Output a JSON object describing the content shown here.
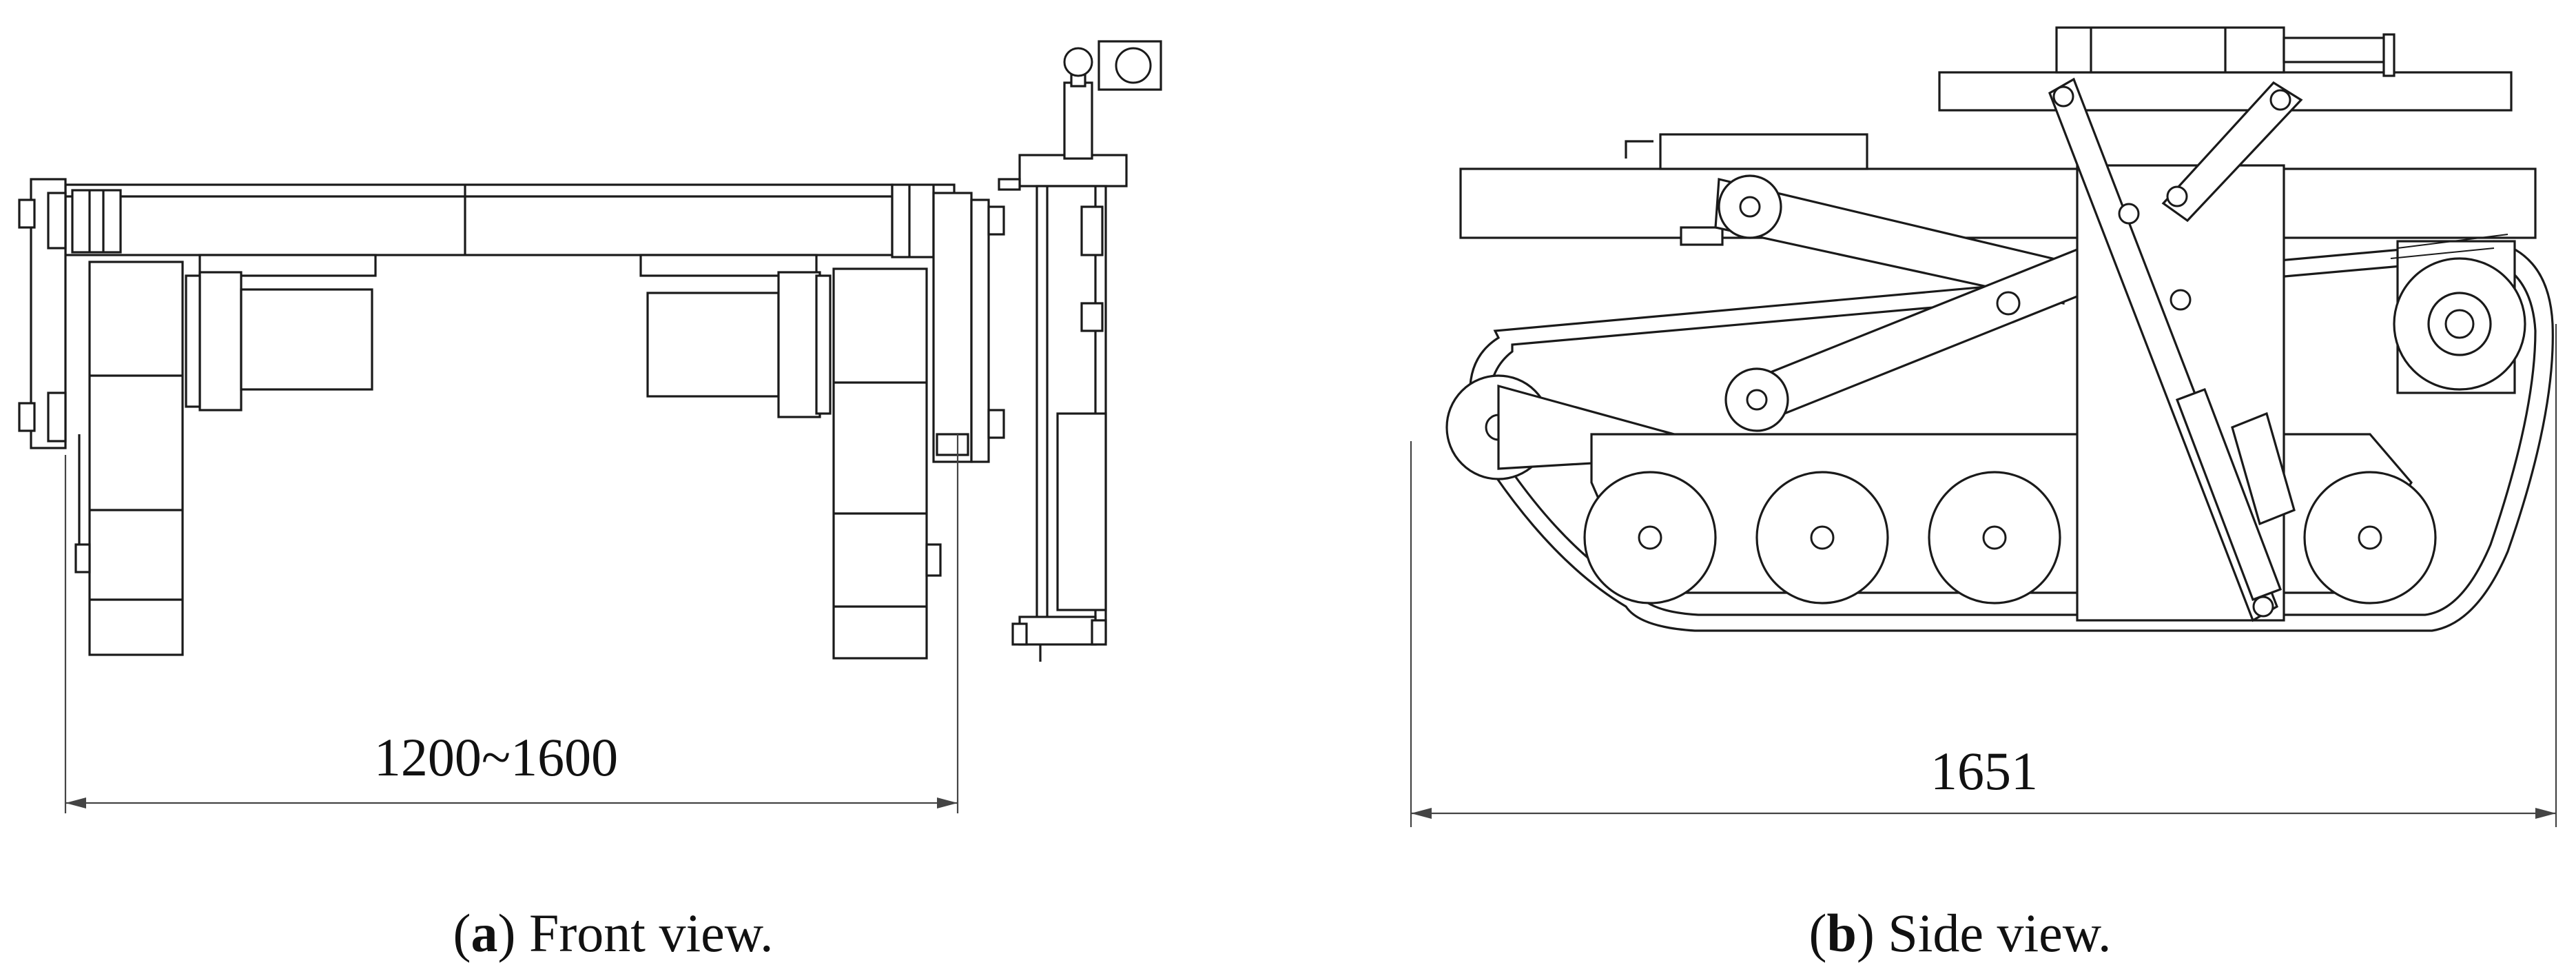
{
  "figure": {
    "panel_a": {
      "dimension_label": "1200~1600",
      "caption_letter": "a",
      "caption_text": " Front view."
    },
    "panel_b": {
      "dimension_label": "1651",
      "caption_letter": "b",
      "caption_text": " Side view."
    }
  }
}
